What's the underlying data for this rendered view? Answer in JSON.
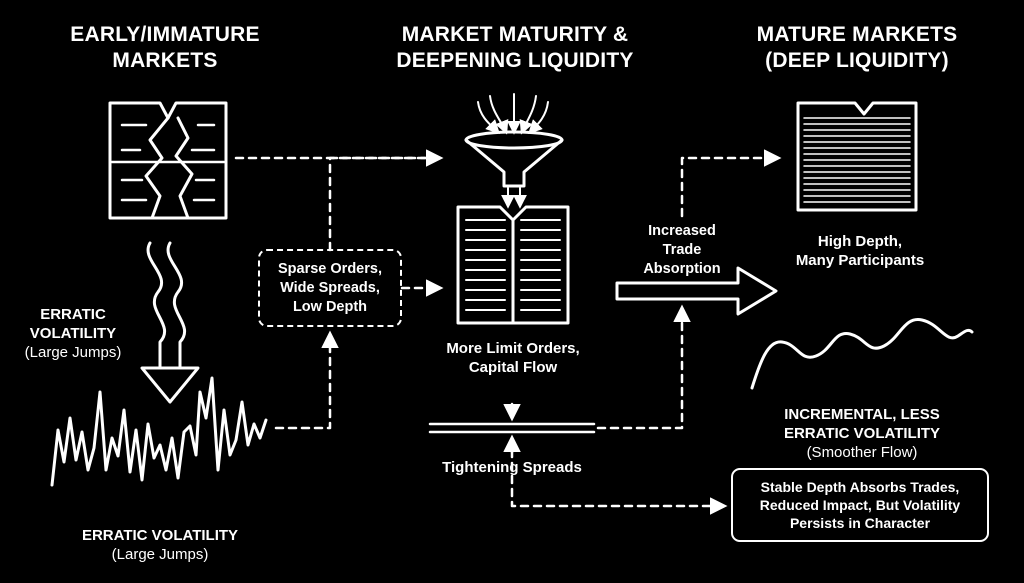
{
  "headers": {
    "early": "EARLY/IMMATURE\nMARKETS",
    "maturity": "MARKET MATURITY &\nDEEPENING LIQUIDITY",
    "mature": "MATURE MARKETS\n(DEEP LIQUIDITY)"
  },
  "labels": {
    "erratic_vol_side_title": "ERRATIC\nVOLATILITY",
    "erratic_vol_side_sub": "(Large Jumps)",
    "erratic_vol_bottom_title": "ERRATIC VOLATILITY",
    "erratic_vol_bottom_sub": "(Large Jumps)",
    "sparse_orders": "Sparse Orders,\nWide Spreads,\nLow Depth",
    "more_limit_orders": "More Limit Orders,\nCapital Flow",
    "increased_trade": "Increased\nTrade\nAbsorption",
    "high_depth": "High Depth,\nMany Participants",
    "incremental_title": "INCREMENTAL, LESS\nERRATIC VOLATILITY",
    "incremental_sub": "(Smoother Flow)",
    "tightening_spreads": "Tightening Spreads",
    "stable_depth": "Stable Depth Absorbs Trades,\nReduced Impact, But Volatility\nPersists in Character"
  }
}
